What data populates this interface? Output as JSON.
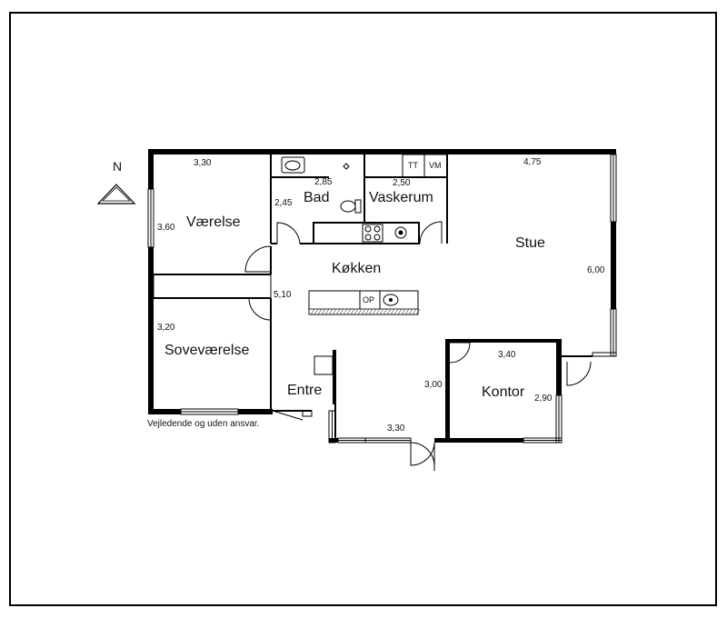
{
  "north": "N",
  "disclaimer": "Vejledende og uden ansvar.",
  "rooms": {
    "vaerelse": "Værelse",
    "bad": "Bad",
    "vaskerum": "Vaskerum",
    "stue": "Stue",
    "koekken": "Køkken",
    "sovevaerelse": "Soveværelse",
    "entre": "Entre",
    "kontor": "Kontor"
  },
  "dimensions": {
    "vaerelse_width": "3,30",
    "vaerelse_depth": "3,60",
    "bad_width": "2,85",
    "bad_depth": "2,45",
    "vaskerum_width": "2,50",
    "stue_width": "4,75",
    "stue_depth": "6,00",
    "koekken_depth": "5,10",
    "sove_depth": "3,20",
    "entre_depth": "3,00",
    "entre_width": "3,30",
    "kontor_width": "3,40",
    "kontor_depth": "2,90"
  },
  "appliances": {
    "tumbler": "TT",
    "washer": "VM",
    "dishwasher": "OP"
  }
}
